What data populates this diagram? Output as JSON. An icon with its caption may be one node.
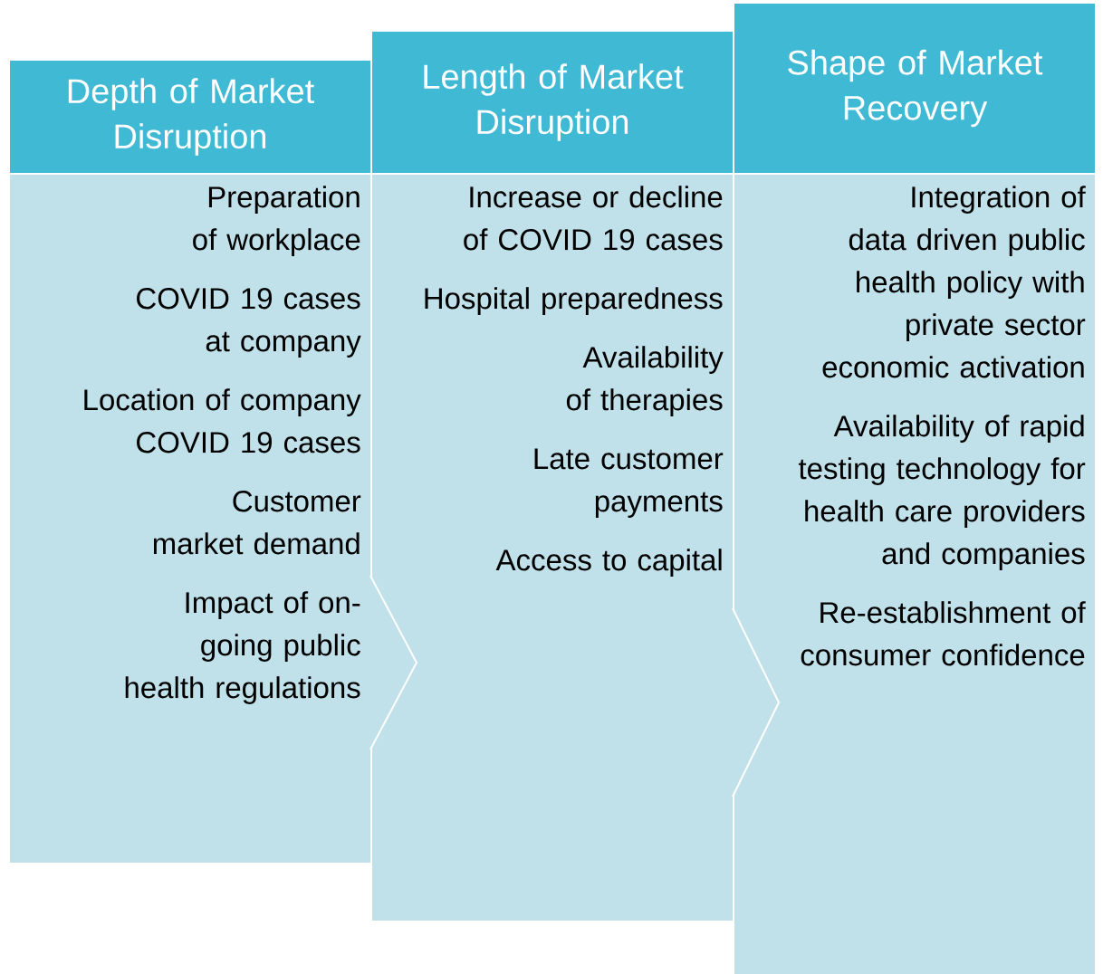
{
  "diagram": {
    "nodes": [
      {
        "text": [
          "Depth of Market Disruption"
        ]
      },
      {
        "text": [
          "Preparation of workplace",
          "COVID 19 cases at company",
          "Location of company COVID 19 cases",
          "Customer market demand",
          "Impact of on-going public health regulations"
        ]
      },
      {
        "text": [
          "Length of Market Disruption"
        ]
      },
      {
        "text": [
          "Increase or decline of COVID 19 cases",
          "Hospital preparedness",
          "Availability of therapies",
          "Late customer payments",
          "Access to capital"
        ]
      },
      {
        "text": [
          "Shape of Market Recovery"
        ]
      },
      {
        "text": [
          "Integration of data driven public health policy with private sector economic activation",
          "Availability of rapid testing technology for health care providers and companies",
          "Re-establishment of consumer confidence"
        ]
      }
    ]
  }
}
